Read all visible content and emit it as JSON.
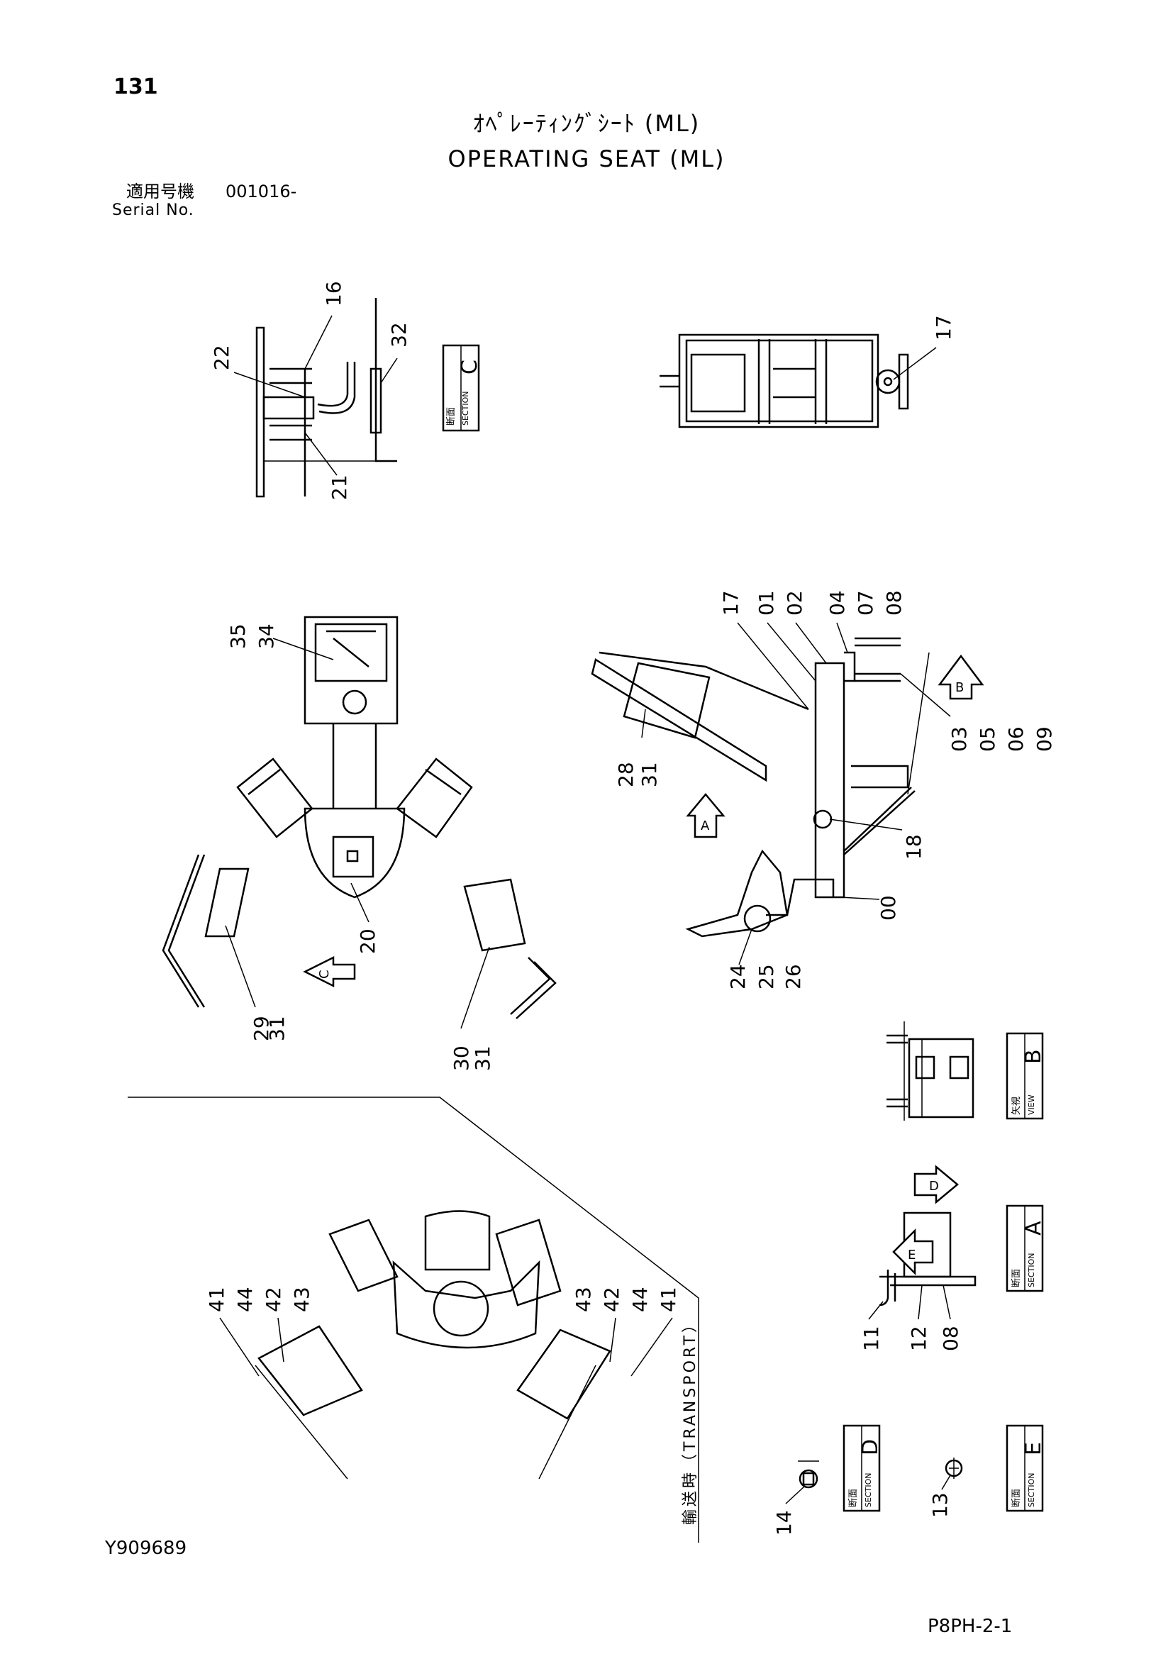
{
  "header": {
    "page_number": "131",
    "title_jp": "ｵﾍﾟﾚｰﾃｨﾝｸﾞｼｰﾄ (ML)",
    "title_en": "OPERATING SEAT (ML)",
    "serial_label_jp": "適用号機",
    "serial_value": "001016-",
    "serial_label_en": "Serial No."
  },
  "footer": {
    "document_code": "Y909689",
    "sheet_code": "P8PH-2-1"
  },
  "section_boxes": {
    "c": {
      "kanji": "断面",
      "word": "SECTION",
      "letter": "C"
    },
    "b": {
      "kanji": "矢視",
      "word": "VIEW",
      "letter": "B"
    },
    "a": {
      "kanji": "断面",
      "word": "SECTION",
      "letter": "A"
    },
    "d": {
      "kanji": "断面",
      "word": "SECTION",
      "letter": "D"
    },
    "e": {
      "kanji": "断面",
      "word": "SECTION",
      "letter": "E"
    }
  },
  "view_arrows": {
    "b": "B",
    "a": "A",
    "c": "C",
    "d": "D",
    "e": "E"
  },
  "transport_label": "輸送時（TRANSPORT）",
  "part_callouts": {
    "c16": "16",
    "c22": "22",
    "c32": "32",
    "c21": "21",
    "c17top": "17",
    "c35": "35",
    "c34": "34",
    "c20": "20",
    "c29": "29",
    "c31a": "31",
    "c30": "30",
    "c31b": "31",
    "c17": "17",
    "c01": "01",
    "c02": "02",
    "c04": "04",
    "c07": "07",
    "c08a": "08",
    "c03": "03",
    "c05": "05",
    "c06": "06",
    "c09": "09",
    "c28": "28",
    "c31c": "31",
    "c18": "18",
    "c00": "00",
    "c24": "24",
    "c25": "25",
    "c26": "26",
    "c41a": "41",
    "c44a": "44",
    "c42a": "42",
    "c43a": "43",
    "c43b": "43",
    "c42b": "42",
    "c44b": "44",
    "c41b": "41",
    "c11": "11",
    "c12": "12",
    "c08b": "08",
    "c14": "14",
    "c13": "13"
  }
}
